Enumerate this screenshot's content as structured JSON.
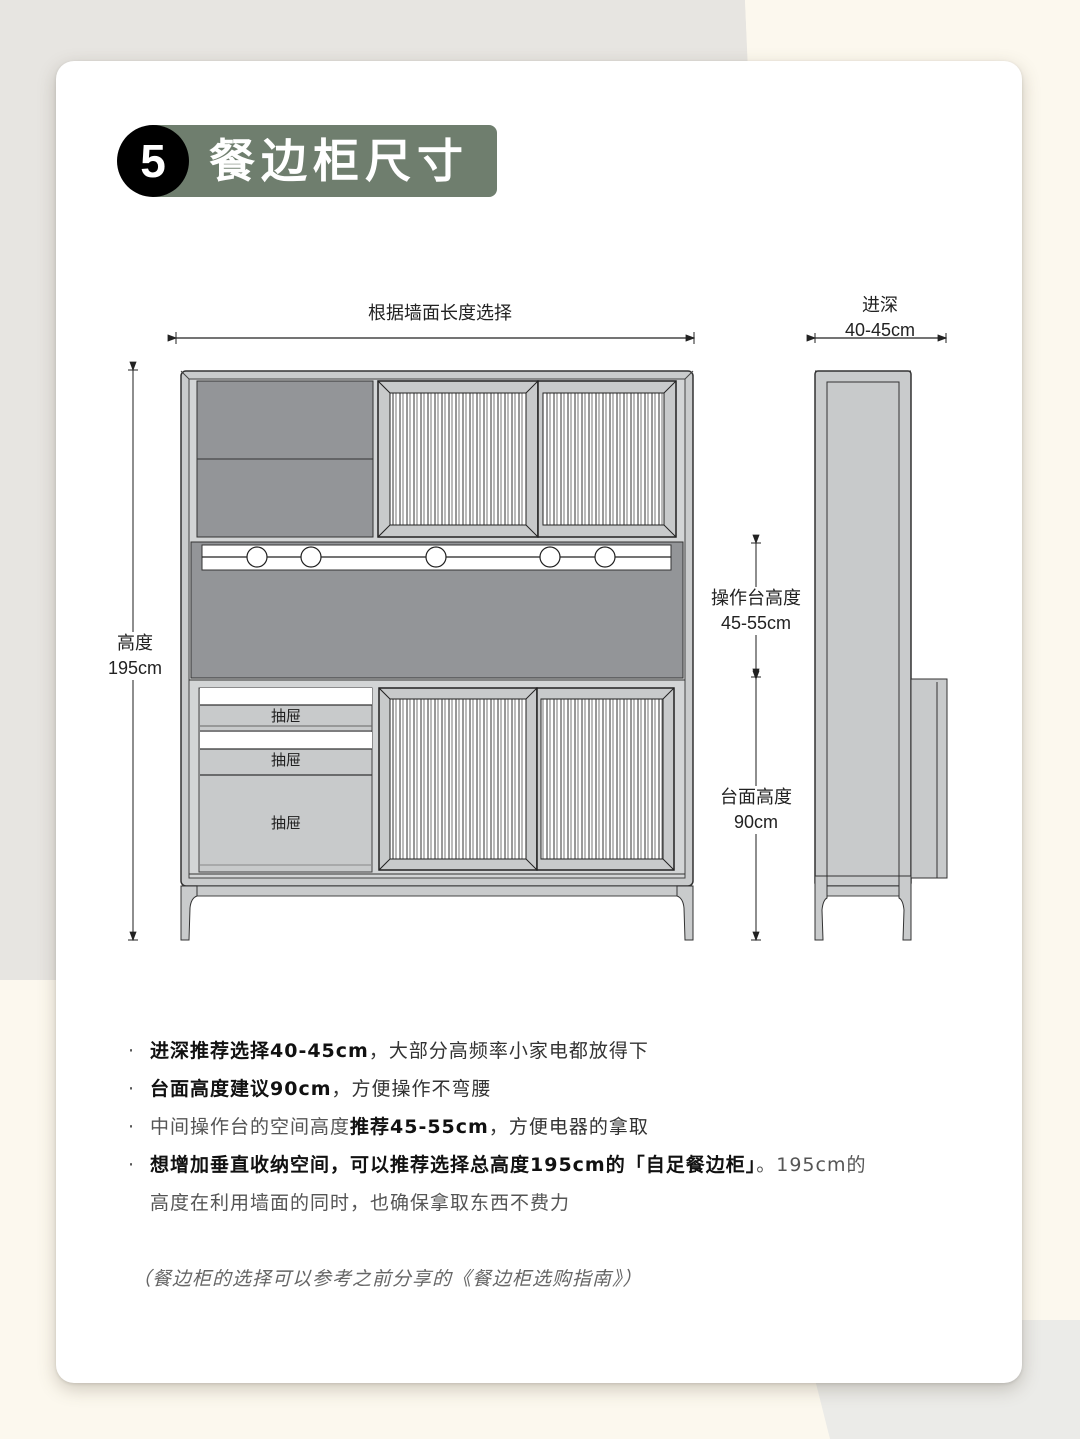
{
  "header": {
    "number": "5",
    "title": "餐边柜尺寸"
  },
  "diagram": {
    "width_label": "根据墙面长度选择",
    "depth_label": {
      "cn": "进深",
      "value": "40-45cm"
    },
    "height_label": {
      "cn": "高度",
      "value": "195cm"
    },
    "workspace_label": {
      "cn": "操作台高度",
      "value": "45-55cm"
    },
    "counter_label": {
      "cn": "台面高度",
      "value": "90cm"
    },
    "drawers": [
      "抽屉",
      "抽屉",
      "抽屉"
    ],
    "colors": {
      "frame": "#c9cbcc",
      "dark_panel": "#939598",
      "light_panel": "#c8cacb",
      "line": "#2b2b2b",
      "title_bar": "#6f7e6e"
    }
  },
  "notes": [
    {
      "bold": "进深推荐选择40-45cm",
      "rest": "，大部分高频率小家电都放得下"
    },
    {
      "bold": "台面高度建议90cm",
      "rest": "，方便操作不弯腰"
    },
    {
      "pre": "中间操作台的空间高度",
      "bold": "推荐45-55cm",
      "rest": "，方便电器的拿取"
    },
    {
      "bold": "想增加垂直收纳空间，可以推荐选择总高度195cm的「自足餐边柜」",
      "rest": "。195cm的",
      "line2": "高度在利用墙面的同时，也确保拿取东西不费力"
    }
  ],
  "footnote": "（餐边柜的选择可以参考之前分享的《餐边柜选购指南》）"
}
